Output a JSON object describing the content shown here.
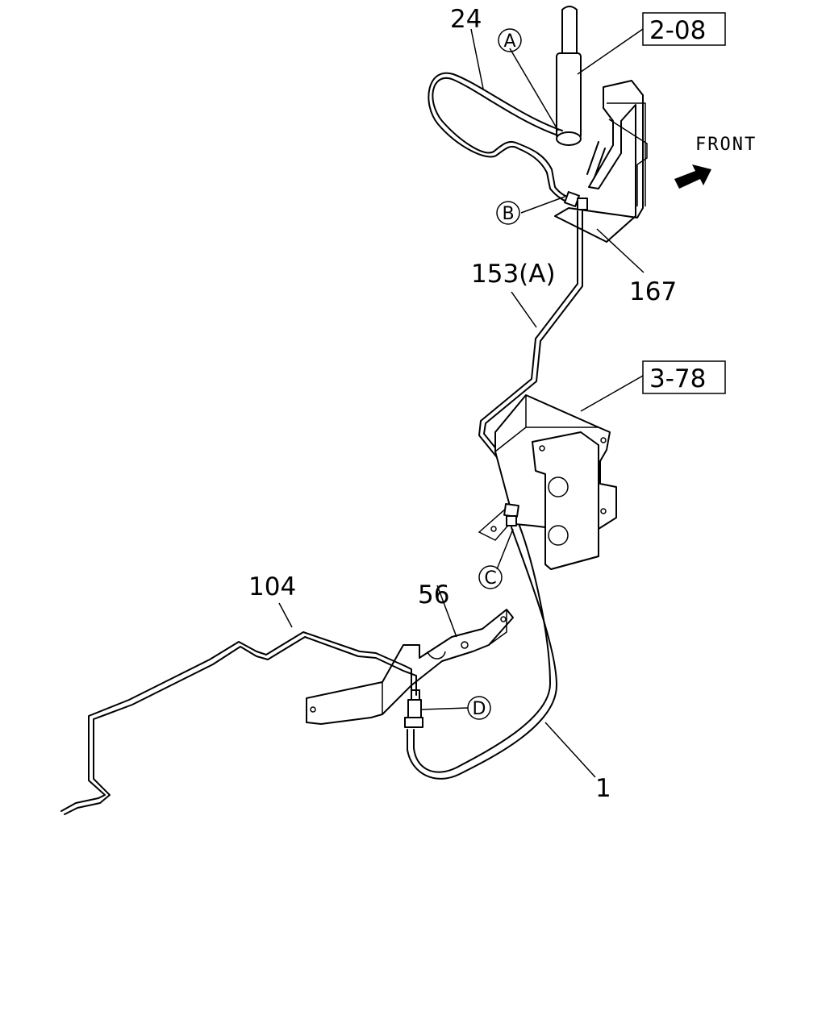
{
  "diagram": {
    "callouts": {
      "c24": "24",
      "c153a": "153(A)",
      "c167": "167",
      "c104": "104",
      "c56": "56",
      "c1": "1"
    },
    "references": {
      "r208": "2-08",
      "r378": "3-78"
    },
    "connection_points": {
      "a": "A",
      "b": "B",
      "c": "C",
      "d": "D"
    },
    "direction_label": "FRONT",
    "colors": {
      "line": "#000000",
      "background": "#ffffff"
    }
  }
}
